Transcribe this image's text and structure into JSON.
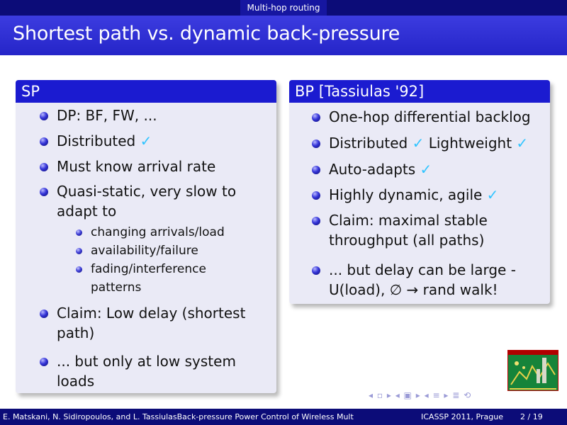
{
  "header": {
    "section_title": "Multi-hop routing",
    "slide_title": "Shortest path vs. dynamic back-pressure"
  },
  "left_block": {
    "title": "SP",
    "items": [
      {
        "text": "DP: BF, FW, ..."
      },
      {
        "text": "Distributed",
        "check": "✓"
      },
      {
        "text": "Must know arrival rate"
      },
      {
        "text": "Quasi-static, very slow to adapt to"
      },
      {
        "text": "Claim: Low delay (shortest path)"
      },
      {
        "text": "... but only at low system loads"
      }
    ],
    "subitems": [
      "changing arrivals/load",
      "availability/failure",
      "fading/interference patterns"
    ]
  },
  "right_block": {
    "title": "BP [Tassiulas '92]",
    "items": [
      {
        "text": "One-hop differential backlog"
      },
      {
        "text": "Distributed",
        "check": "✓",
        "text2": "Lightweight",
        "check2": "✓"
      },
      {
        "text": "Auto-adapts",
        "check": "✓"
      },
      {
        "text": "Highly dynamic, agile",
        "check": "✓"
      },
      {
        "text": "Claim: maximal stable throughput (all paths)"
      },
      {
        "text": "... but delay can be large - U(load), ∅ → rand walk!"
      }
    ]
  },
  "footer": {
    "authors": "E. Matskani, N. Sidiropoulos, and L. TassiulasBack-pressure Power Control of Wireless Mult",
    "conference": "ICASSP 2011, Prague",
    "page": "2 / 19"
  },
  "colors": {
    "block_title_bg": "#1b1bd0",
    "block_body_bg": "#eaeaf6",
    "title_bar_bg": "#2d2dd4",
    "footer_bg": "#0c0c78",
    "check_color": "#30c4ff"
  },
  "icons": [
    "bullet-ball-icon",
    "checkmark-icon",
    "navigation-symbols",
    "logo-emblem"
  ]
}
